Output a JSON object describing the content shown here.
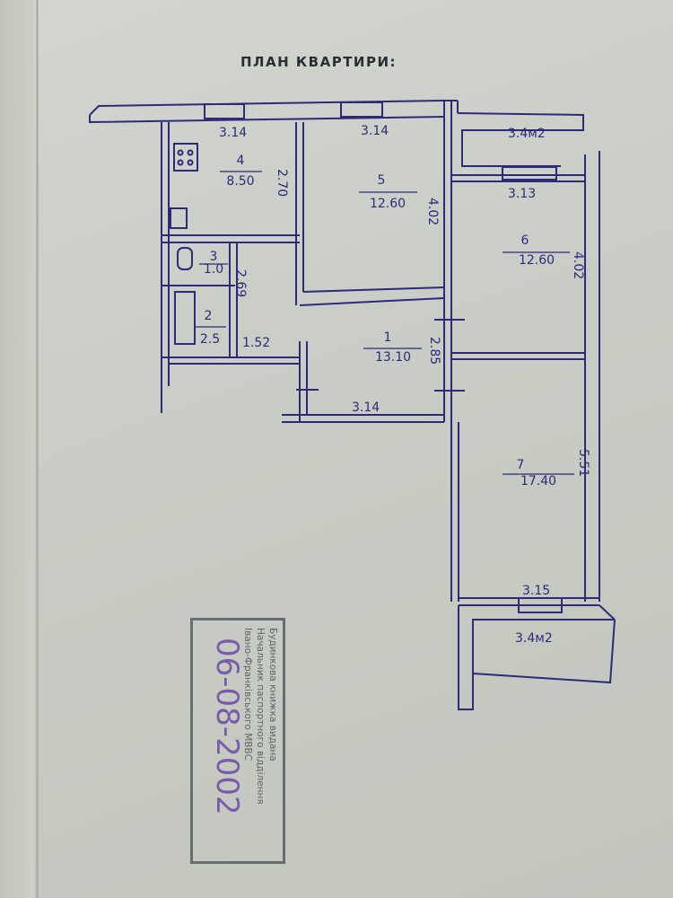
{
  "document": {
    "title": "ПЛАН КВАРТИРИ:"
  },
  "rooms": [
    {
      "number": "4",
      "area": "8.50"
    },
    {
      "number": "5",
      "area": "12.60"
    },
    {
      "number": "6",
      "area": "12.60"
    },
    {
      "number": "3",
      "area": "1.0"
    },
    {
      "number": "2",
      "area": "2.5"
    },
    {
      "number": "1",
      "area": "13.10"
    },
    {
      "number": "7",
      "area": "17.40"
    }
  ],
  "dimensions": {
    "kitchen_width": "3.14",
    "kitchen_depth": "2.70",
    "room5_width": "3.14",
    "room5_depth": "4.02",
    "balcony_top": "3.4м2",
    "room6_width": "3.13",
    "room6_depth": "4.02",
    "bath_depth": "2.69",
    "corridor_width": "1.52",
    "hall_depth": "2.85",
    "hall_width": "3.14",
    "room7_depth": "5.51",
    "room7_width": "3.15",
    "balcony_bottom": "3.4м2"
  },
  "stamp": {
    "line1": "Будинкова книжка видана",
    "line2": "Начальник паспортного відділення",
    "line3": "Івано-Франківського МВВС",
    "date": "06-08-2002"
  },
  "colors": {
    "ink": "#2e2a7a",
    "paper": "#c9cdc4",
    "stamp": "#4a4d5c"
  }
}
